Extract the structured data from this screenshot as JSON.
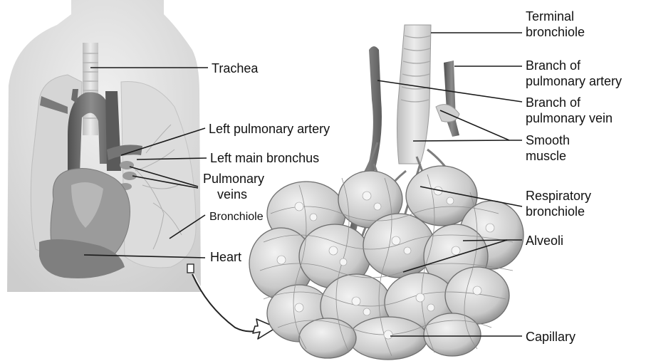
{
  "labels": {
    "trachea": "Trachea",
    "left_pulmonary_artery": "Left pulmonary artery",
    "left_main_bronchus": "Left main bronchus",
    "pulmonary_veins_line1": "Pulmonary",
    "pulmonary_veins_line2": "veins",
    "bronchiole": "Bronchiole",
    "heart": "Heart",
    "terminal_bronchiole_line1": "Terminal",
    "terminal_bronchiole_line2": "bronchiole",
    "branch_pulmonary_artery_line1": "Branch of",
    "branch_pulmonary_artery_line2": "pulmonary artery",
    "branch_pulmonary_vein_line1": "Branch of",
    "branch_pulmonary_vein_line2": "pulmonary vein",
    "smooth_muscle_line1": "Smooth",
    "smooth_muscle_line2": "muscle",
    "respiratory_bronchiole_line1": "Respiratory",
    "respiratory_bronchiole_line2": "bronchiole",
    "alveoli": "Alveoli",
    "capillary": "Capillary"
  },
  "colors": {
    "background": "#ffffff",
    "text": "#111111",
    "leader_line": "#1a1a1a",
    "torso_fill": "#e6e6e6",
    "torso_shadow": "#cfcfcf",
    "lung_fill": "#dcdcdc",
    "heart_fill": "#8f8f8f",
    "vessel_dark": "#6a6a6a",
    "vessel_light": "#b5b5b5",
    "alveoli_fill": "#d9d9d9",
    "alveoli_edge": "#777777"
  }
}
